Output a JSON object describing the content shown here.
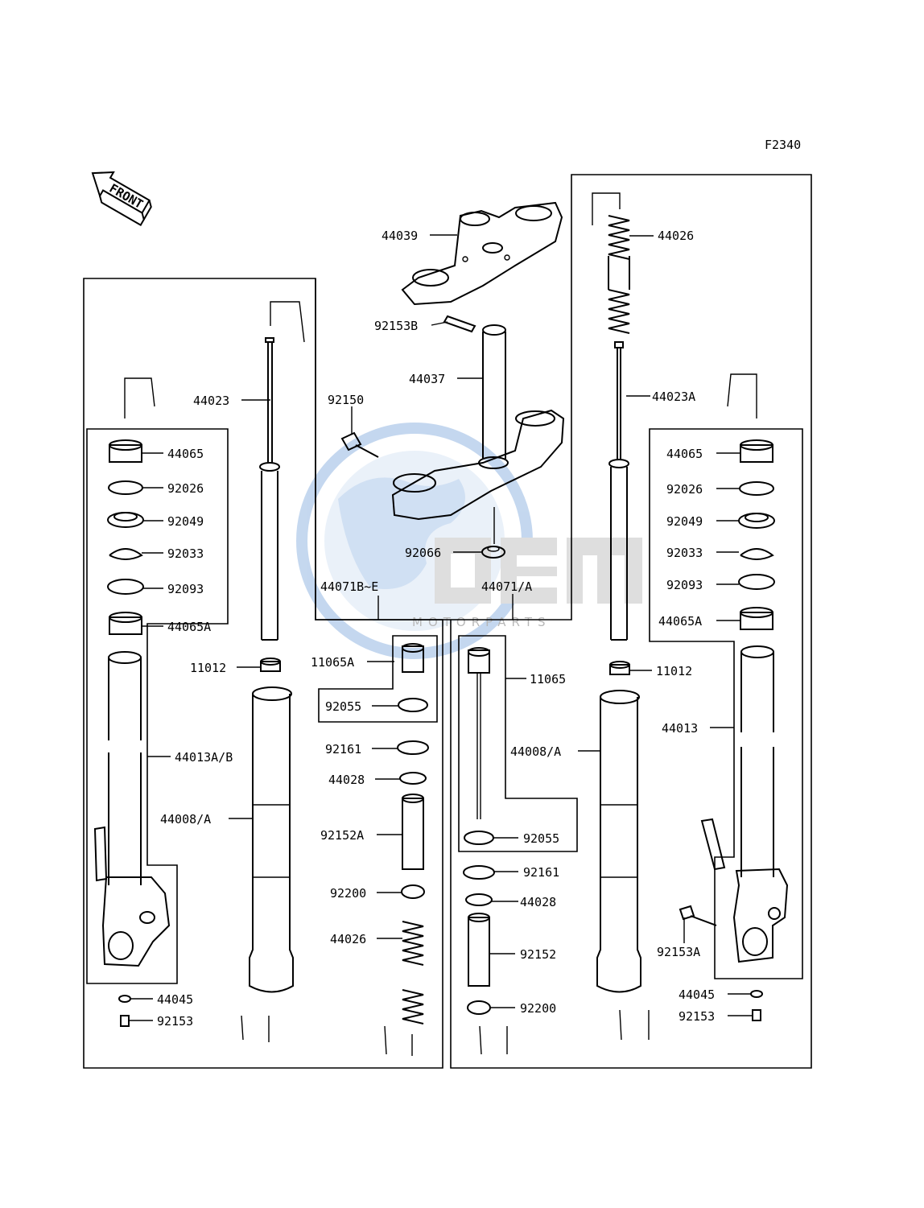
{
  "figure_code": "F2340",
  "front_arrow": {
    "label": "FRONT",
    "icon": "front-arrow-icon"
  },
  "watermark": {
    "brand": "OEM",
    "sub": "MOTORPARTS",
    "icon": "globe-icon",
    "color": "#2e73c7"
  },
  "callouts": {
    "c44039": "44039",
    "c92153B": "92153B",
    "c44037": "44037",
    "c92150": "92150",
    "c92066": "92066",
    "c44071BE": "44071B~E",
    "c44071A": "44071/A",
    "c44023": "44023",
    "c44023A": "44023A",
    "c44026_top": "44026",
    "L_44065": "44065",
    "L_92026": "92026",
    "L_92049": "92049",
    "L_92033": "92033",
    "L_92093": "92093",
    "L_44065A": "44065A",
    "L_11012": "11012",
    "L_44013AB": "44013A/B",
    "L_44008A": "44008/A",
    "L_44045": "44045",
    "L_92153": "92153",
    "M_11065A": "11065A",
    "M_92055": "92055",
    "M_92161": "92161",
    "M_44028": "44028",
    "M_92152A": "92152A",
    "M_92200": "92200",
    "M_44026": "44026",
    "R_11065": "11065",
    "R_92055": "92055",
    "R_92161": "92161",
    "R_44028": "44028",
    "R_92152": "92152",
    "R_92200": "92200",
    "R_44008A": "44008/A",
    "R_11012": "11012",
    "R_44065": "44065",
    "R_92026": "92026",
    "R_92049": "92049",
    "R_92033": "92033",
    "R_92093": "92093",
    "R_44065A": "44065A",
    "R_44013": "44013",
    "R_92153A": "92153A",
    "R_44045": "44045",
    "R_92153": "92153"
  }
}
